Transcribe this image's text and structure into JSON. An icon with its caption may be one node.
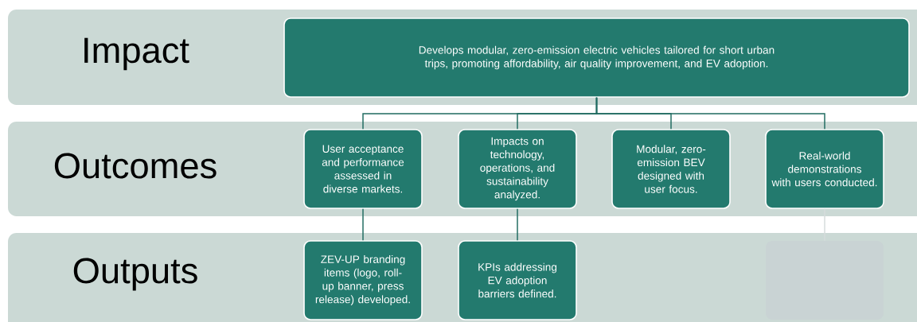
{
  "diagram": {
    "nodes": [
      {
        "text": [
          "Impact"
        ]
      },
      {
        "text": [
          "Develops modular, zero-emission electric vehicles tailored for short urban trips, promoting affordability, air quality improvement, and EV adoption."
        ],
        "in": 0
      },
      {
        "text": [
          "Outcomes"
        ]
      },
      {
        "text": [
          "User acceptance and performance assessed in diverse markets."
        ],
        "in": 2
      },
      {
        "text": [
          "Impacts on technology, operations, and sustainability analyzed."
        ],
        "in": 2
      },
      {
        "text": [
          "Modular, zero-emission BEV designed with user focus."
        ],
        "in": 2
      },
      {
        "text": [
          "Real-world demonstrations with users conducted."
        ],
        "in": 2
      },
      {
        "text": [
          "Outputs"
        ]
      },
      {
        "text": [
          "ZEV-UP branding items (logo, roll-up banner, press release) developed."
        ],
        "in": 7
      },
      {
        "text": [
          "KPIs addressing EV adoption barriers defined."
        ],
        "in": 7
      },
      {
        "text": [],
        "shape": "box",
        "in": 7
      }
    ],
    "edges": [
      {
        "from": 1,
        "to": 3,
        "arrow": "none"
      },
      {
        "from": 1,
        "to": 4,
        "arrow": "none"
      },
      {
        "from": 1,
        "to": 5,
        "arrow": "none"
      },
      {
        "from": 1,
        "to": 6,
        "arrow": "none"
      },
      {
        "from": 3,
        "to": 8,
        "arrow": "none"
      },
      {
        "from": 4,
        "to": 9,
        "arrow": "none"
      },
      {
        "from": 6,
        "to": 10,
        "arrow": "none",
        "color": "#d6dcdc"
      }
    ]
  }
}
